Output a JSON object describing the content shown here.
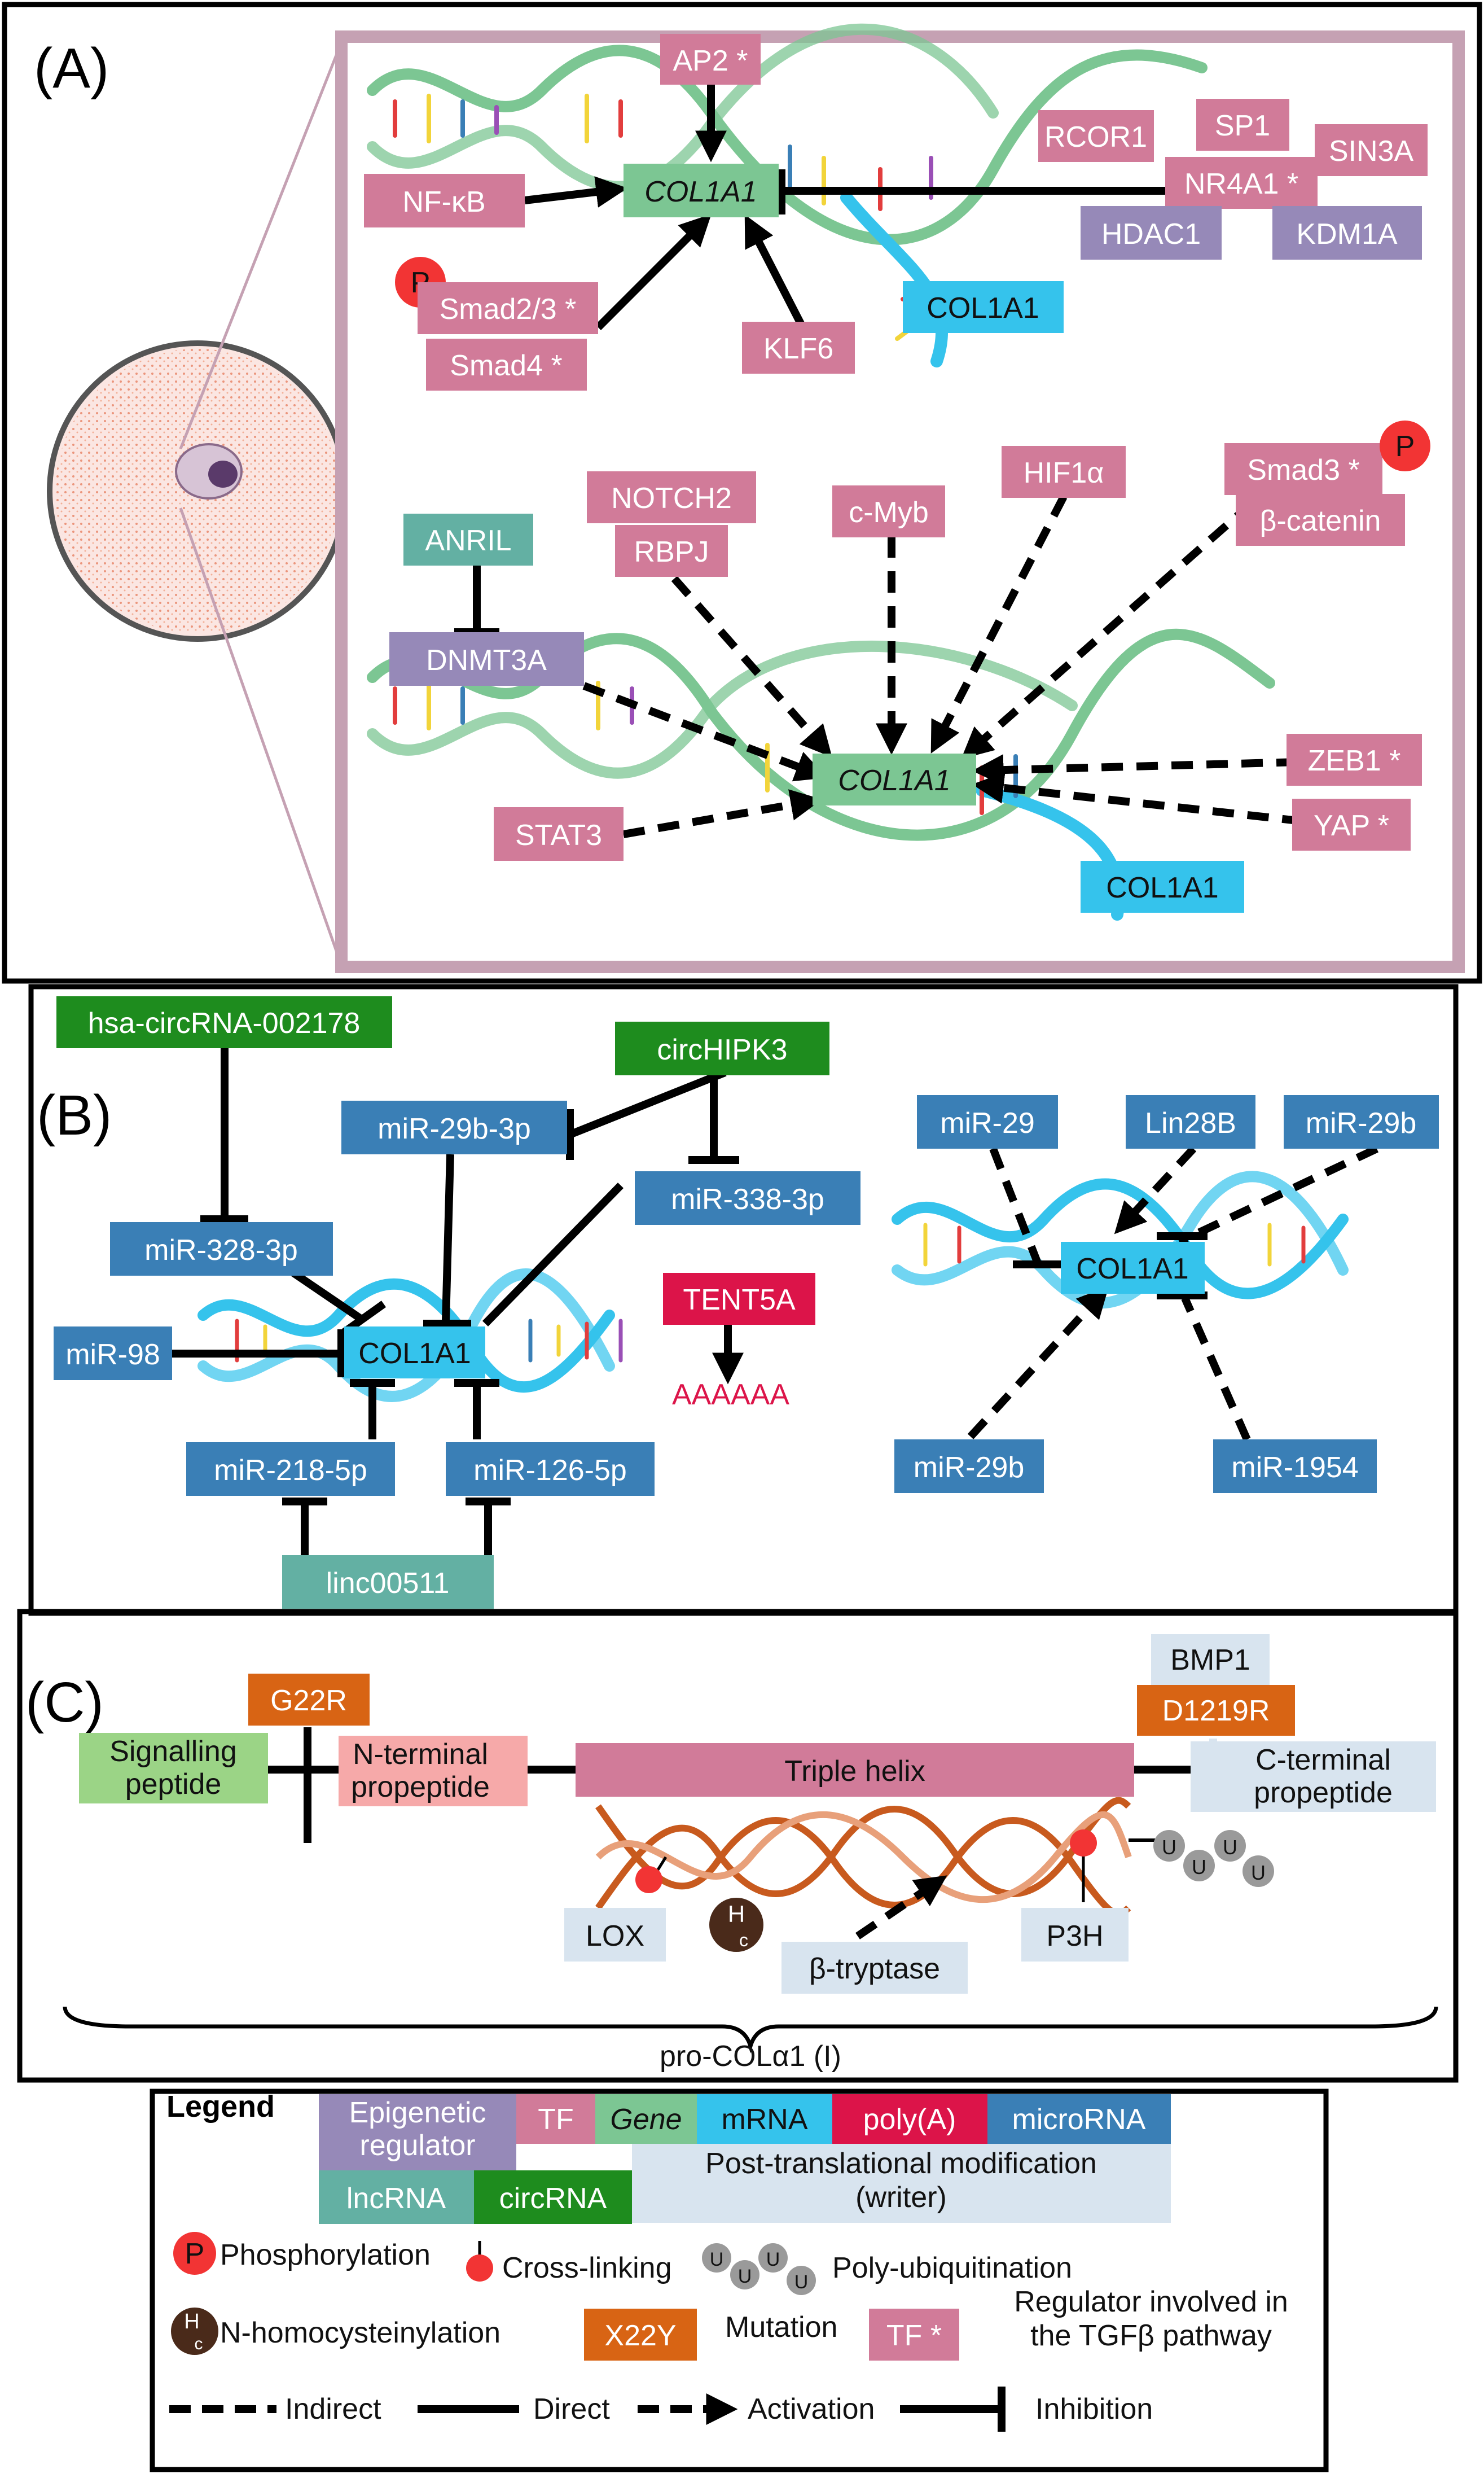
{
  "colors": {
    "tf": "#d17b99",
    "epigenetic": "#9689b8",
    "gene": "#7cc693",
    "mrna": "#35c3ec",
    "polya": "#dc1449",
    "microrna": "#3a7fb6",
    "lncrna": "#63b0a3",
    "circrna": "#1e8c1e",
    "ptm": "#d8e4ef",
    "mutation": "#d86414",
    "panel_a_border": "#c5a1b3",
    "phospho": "#f23434",
    "homocys": "#4a2a1a",
    "ubiq": "#9a9a9a",
    "signalling": "#9bd486",
    "nterm": "#f6a9a9",
    "triple": "#d17b99"
  },
  "panels": {
    "a": "(A)",
    "b": "(B)",
    "c": "(C)"
  },
  "panel_a": {
    "ap2": "AP2 *",
    "nfkb": "NF-κB",
    "col1a1_gene_top": "COL1A1",
    "rcor1": "RCOR1",
    "sp1": "SP1",
    "sin3a": "SIN3A",
    "nr4a1": "NR4A1 *",
    "hdac1": "HDAC1",
    "kdm1a": "KDM1A",
    "phospho_p": "P",
    "smad23": "Smad2/3 *",
    "smad4": "Smad4 *",
    "klf6": "KLF6",
    "col1a1_mrna_top": "COL1A1",
    "notch2": "NOTCH2",
    "rbpj": "RBPJ",
    "cmyb": "c-Myb",
    "hif1a": "HIF1α",
    "smad3": "Smad3 *",
    "bcatenin": "β-catenin",
    "anril": "ANRIL",
    "dnmt3a": "DNMT3A",
    "col1a1_gene_bottom": "COL1A1",
    "zeb1": "ZEB1 *",
    "yap": "YAP *",
    "stat3": "STAT3",
    "col1a1_mrna_bottom": "COL1A1"
  },
  "panel_b": {
    "hsa_circ": "hsa-circRNA-002178",
    "circhipk3": "circHIPK3",
    "mir29b3p": "miR-29b-3p",
    "mir338": "miR-338-3p",
    "mir328": "miR-328-3p",
    "mir98": "miR-98",
    "col1a1_left": "COL1A1",
    "tent5a": "TENT5A",
    "polya_tail": "AAAAAA",
    "mir218": "miR-218-5p",
    "mir126": "miR-126-5p",
    "linc00511": "linc00511",
    "mir29": "miR-29",
    "lin28b": "Lin28B",
    "mir29b_top": "miR-29b",
    "col1a1_right": "COL1A1",
    "mir29b_bottom": "miR-29b",
    "mir1954": "miR-1954"
  },
  "panel_c": {
    "bmp1": "BMP1",
    "g22r": "G22R",
    "d1219r": "D1219R",
    "signalling_l1": "Signalling",
    "signalling_l2": "peptide",
    "nterm_l1": "N-terminal",
    "nterm_l2": "propeptide",
    "triple_helix": "Triple helix",
    "cterm_l1": "C-terminal",
    "cterm_l2": "propeptide",
    "lox": "LOX",
    "p3h": "P3H",
    "btryptase": "β-tryptase",
    "hc_h": "H",
    "hc_c": "c",
    "ubiq_u": "U",
    "pro_col": "pro-COLα1 (I)"
  },
  "legend": {
    "title": "Legend",
    "epigenetic_l1": "Epigenetic",
    "epigenetic_l2": "regulator",
    "tf": "TF",
    "gene": "Gene",
    "mrna": "mRNA",
    "polya": "poly(A)",
    "microrna": "microRNA",
    "ptm_l1": "Post-translational modification",
    "ptm_l2": "(writer)",
    "lncrna": "lncRNA",
    "circrna": "circRNA",
    "p": "P",
    "phosphorylation": "Phosphorylation",
    "crosslinking": "Cross-linking",
    "polyubiquitination": "Poly-ubiquitination",
    "hc_h": "H",
    "hc_c": "c",
    "homocys": "N-homocysteinylation",
    "x22y": "X22Y",
    "mutation": "Mutation",
    "tf_star": "TF *",
    "tgfb_l1": "Regulator involved in",
    "tgfb_l2": "the TGFβ pathway",
    "indirect": "Indirect",
    "direct": "Direct",
    "activation": "Activation",
    "inhibition": "Inhibition",
    "u": "U"
  }
}
